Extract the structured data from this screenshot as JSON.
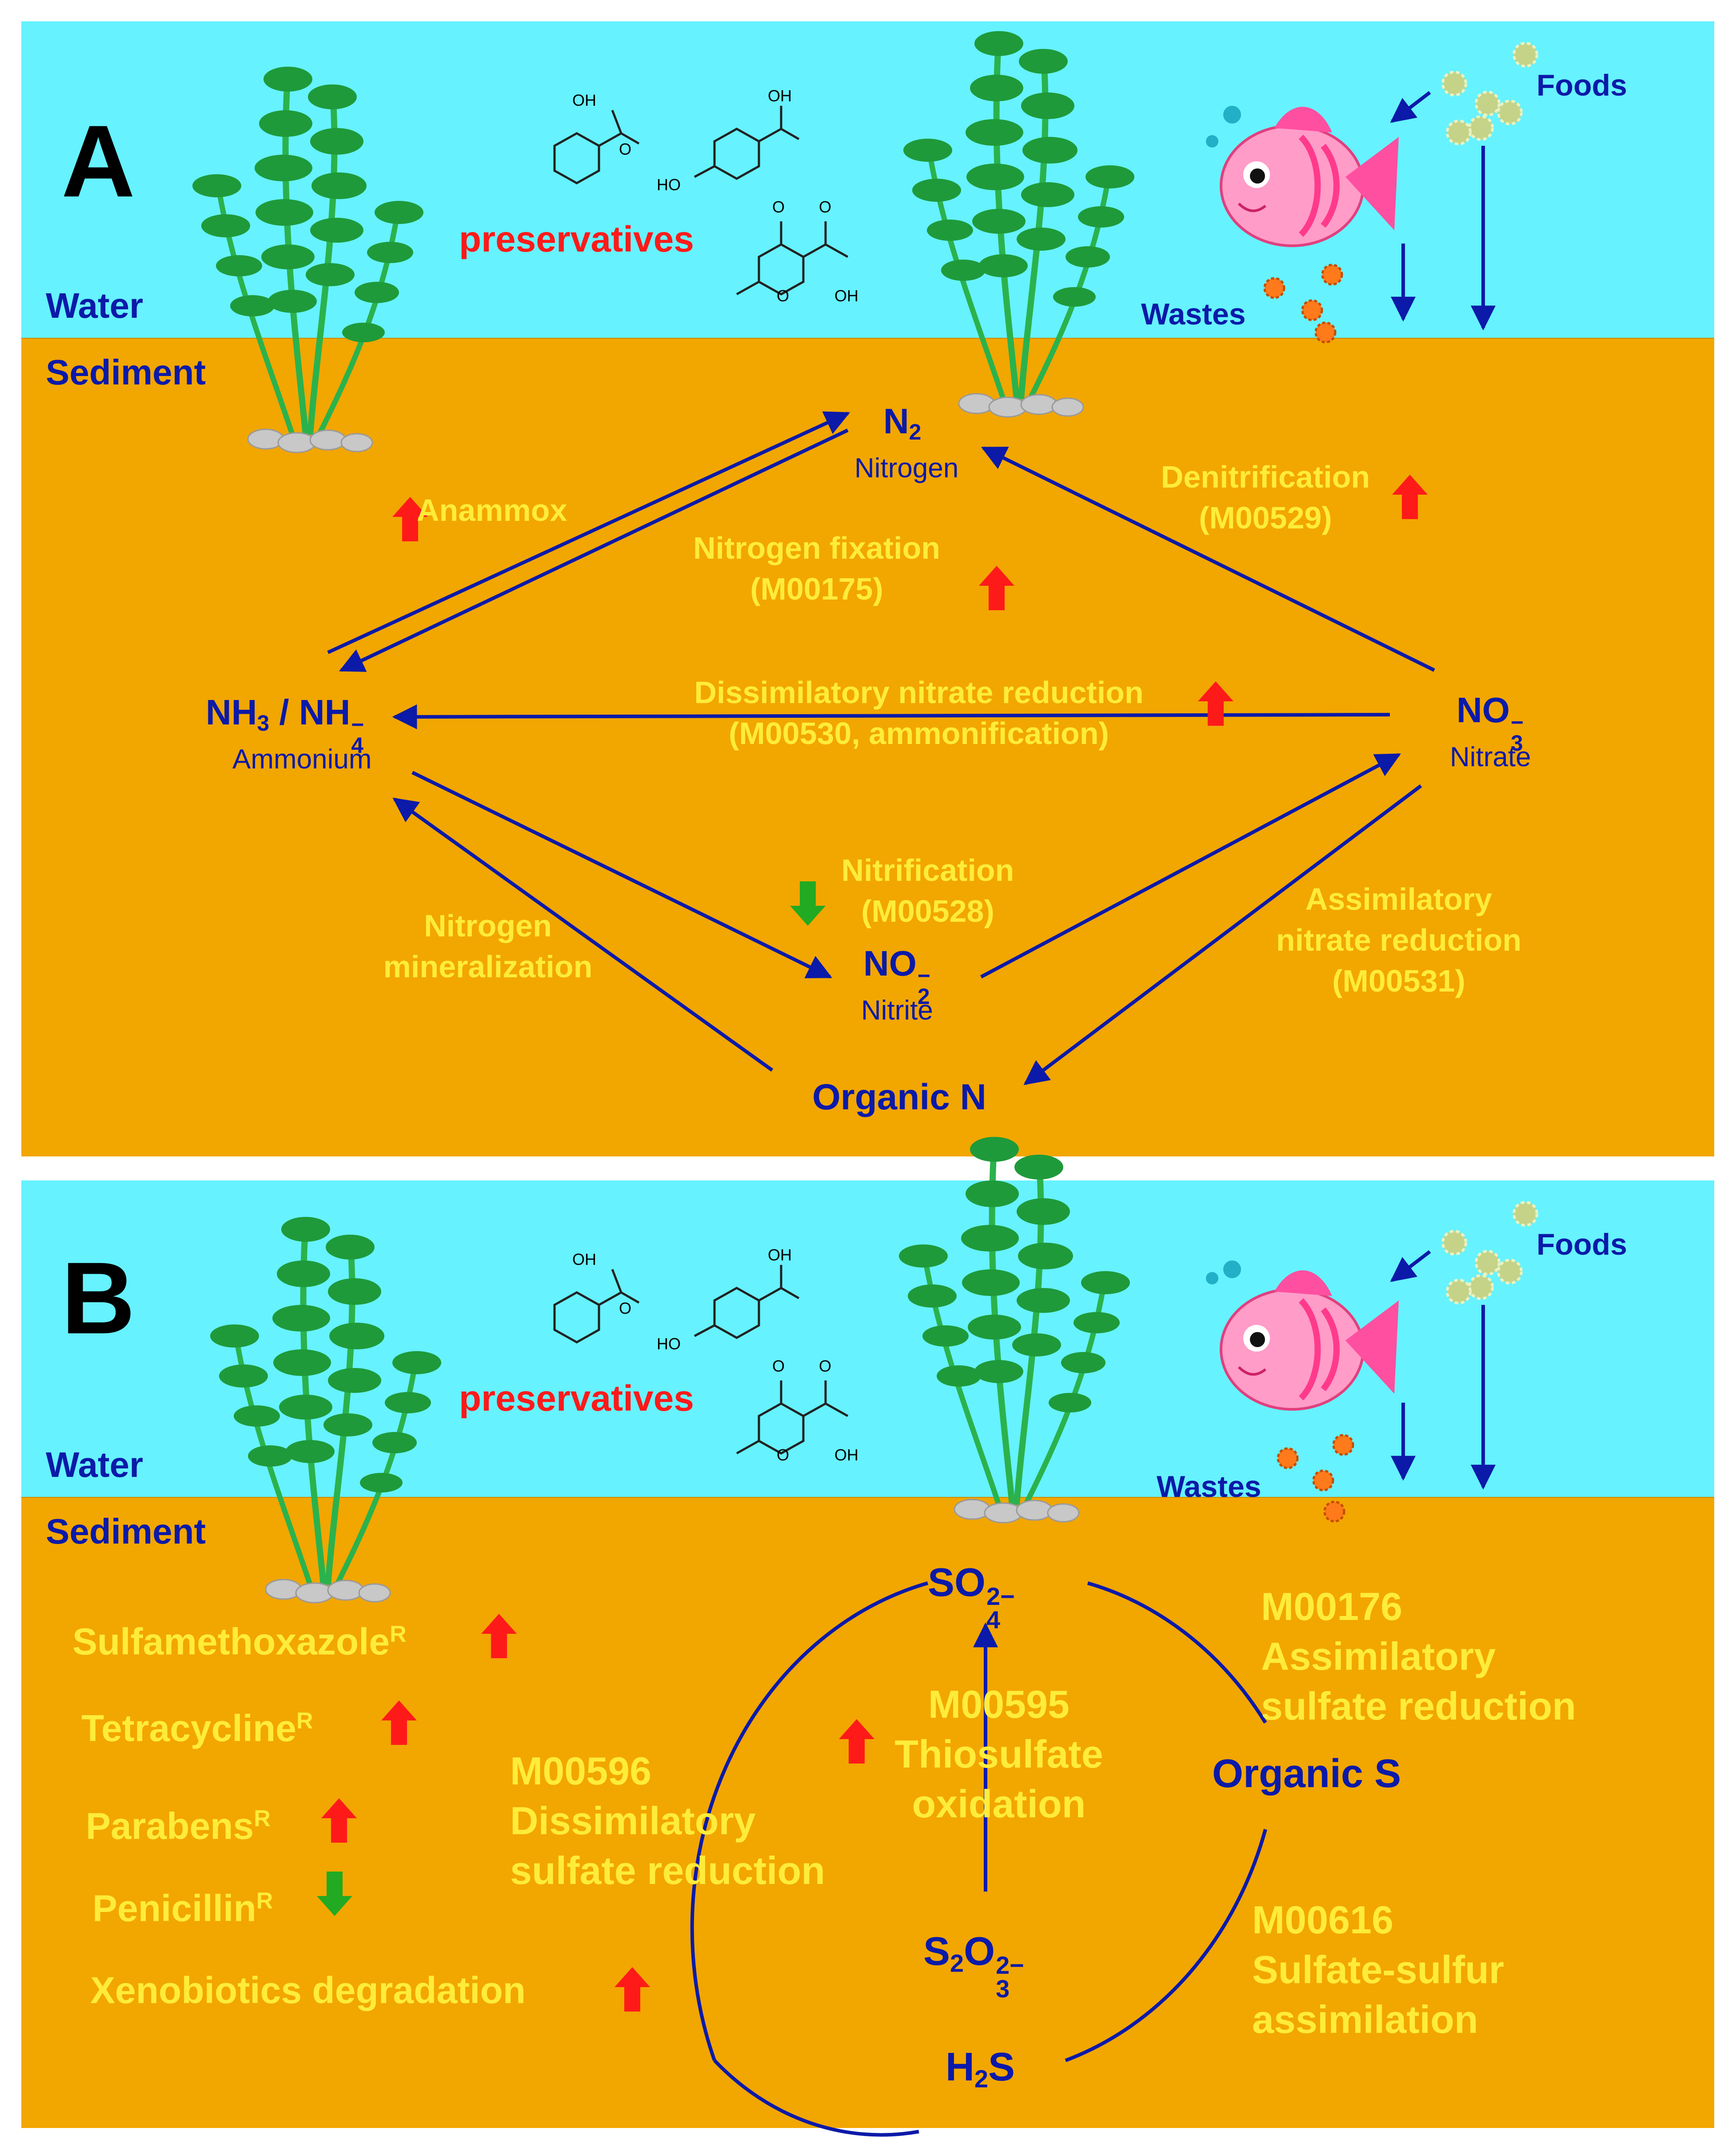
{
  "panelA": {
    "label": "A",
    "water_label": "Water",
    "sediment_label": "Sediment",
    "preservatives": "preservatives",
    "foods": "Foods",
    "wastes": "Wastes",
    "chem_labels": {
      "oh": "OH",
      "ho": "HO",
      "o": "O"
    },
    "nodes": {
      "n2": {
        "formula": "N",
        "sub": "2",
        "name": "Nitrogen"
      },
      "ammonium": {
        "formula": "NH",
        "sub1": "3",
        "mid": " / NH",
        "sub2": "4",
        "sup2": "−",
        "name": "Ammonium"
      },
      "nitrate": {
        "formula": "NO",
        "sup": "−",
        "sub": "3",
        "name": "Nitrate"
      },
      "nitrite": {
        "formula": "NO",
        "sup": "−",
        "sub": "2",
        "name": "Nitrite"
      },
      "organic_n": "Organic N"
    },
    "processes": {
      "anammox": "Anammox",
      "nfix_1": "Nitrogen  fixation",
      "nfix_2": "(M00175)",
      "denit_1": "Denitrification",
      "denit_2": "(M00529)",
      "dnra_1": "Dissimilatory  nitrate reduction",
      "dnra_2": "(M00530, ammonification)",
      "nitrif_1": "Nitrification",
      "nitrif_2": "(M00528)",
      "nmin_1": "Nitrogen",
      "nmin_2": "mineralization",
      "anr_1": "Assimilatory",
      "anr_2": "nitrate reduction",
      "anr_3": "(M00531)"
    }
  },
  "panelB": {
    "label": "B",
    "water_label": "Water",
    "sediment_label": "Sediment",
    "preservatives": "preservatives",
    "foods": "Foods",
    "wastes": "Wastes",
    "chem_labels": {
      "oh": "OH",
      "ho": "HO",
      "o": "O"
    },
    "nodes": {
      "sulfate": {
        "formula": "SO",
        "sup": "2−",
        "sub": "4"
      },
      "thiosulfate": {
        "a": "S",
        "sub1": "2",
        "b": "O",
        "sup": "2−",
        "sub2": "3"
      },
      "h2s": {
        "a": "H",
        "sub": "2",
        "b": "S"
      },
      "organic_s": "Organic S"
    },
    "processes": {
      "m00595_1": "M00595",
      "m00595_2": "Thiosulfate",
      "m00595_3": "oxidation",
      "m00596_1": "M00596",
      "m00596_2": "Dissimilatory",
      "m00596_3": "sulfate reduction",
      "m00176_1": "M00176",
      "m00176_2": "Assimilatory",
      "m00176_3": "sulfate reduction",
      "m00616_1": "M00616",
      "m00616_2": "Sulfate-sulfur",
      "m00616_3": "assimilation"
    },
    "resistance": [
      {
        "name": "Sulfamethoxazole",
        "sup": "R",
        "trend": "up"
      },
      {
        "name": "Tetracycline",
        "sup": "R",
        "trend": "up"
      },
      {
        "name": "Parabens",
        "sup": "R",
        "trend": "up"
      },
      {
        "name": "Penicillin",
        "sup": "R",
        "trend": "down"
      },
      {
        "name": "Xenobiotics degradation",
        "sup": "",
        "trend": "up"
      }
    ]
  },
  "colors": {
    "water": "#66f2ff",
    "sediment": "#f2a600",
    "pathway_arrow": "#0b1aa8",
    "increase_arrow": "#ff1a1a",
    "decrease_arrow": "#22aa22",
    "process_text": "#ffec3a",
    "node_text": "#0b1aa8",
    "plant": "#1f9a3a",
    "fish": "#ff8fc0"
  },
  "icons": [
    "aquatic-plant-icon",
    "fish-icon",
    "food-pellet-icon",
    "waste-pellet-icon",
    "benzoic-acid-structure",
    "hydroxybenzoic-acid-structure",
    "dehydroacetic-acid-structure",
    "up-arrow-icon",
    "down-arrow-icon"
  ]
}
